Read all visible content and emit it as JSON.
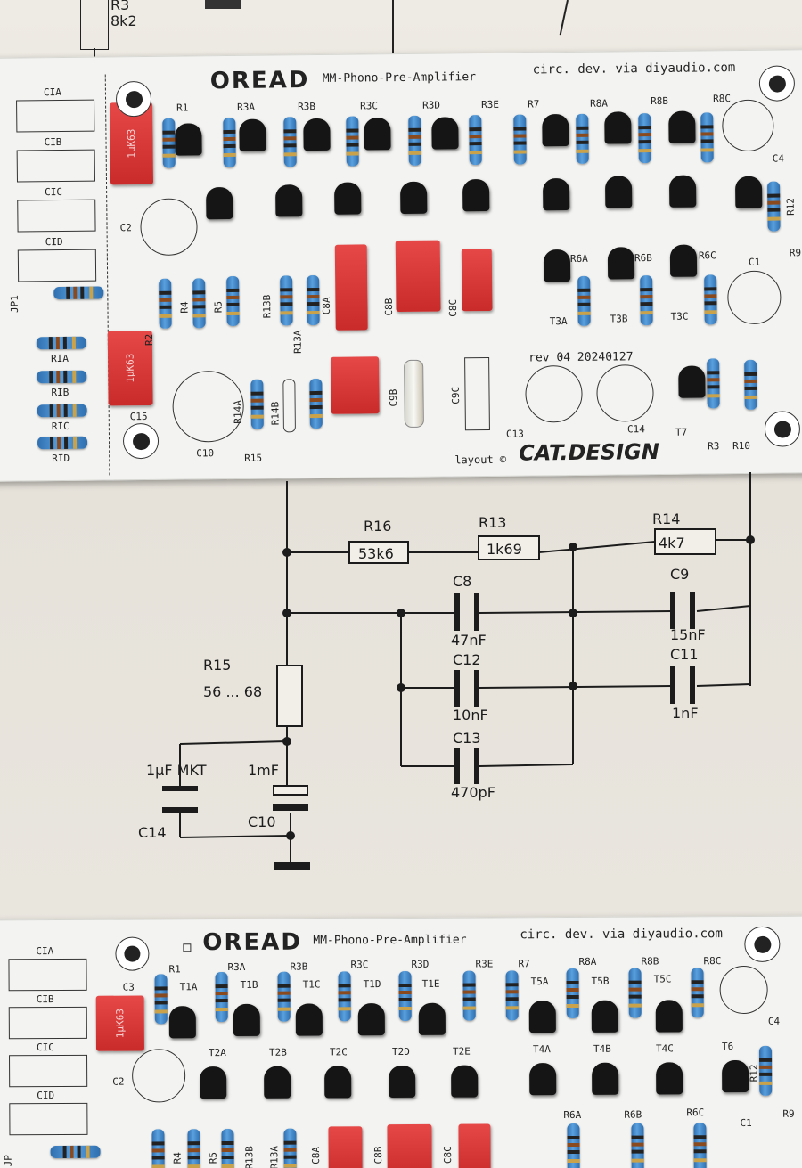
{
  "header_strip": {
    "res_label": "R3",
    "res_value": "8k2"
  },
  "board_top": {
    "brand": "OREAD",
    "subtitle": "MM-Phono-Pre-Amplifier",
    "credit": "circ. dev. via diyaudio.com",
    "revision": "rev 04 20240127",
    "layout": "layout ©",
    "maker": "CAT.DESIGN",
    "cap_marking": "1µK63",
    "left_caps": [
      "CIA",
      "CIB",
      "CIC",
      "CID"
    ],
    "left_res": [
      "RIA",
      "RIB",
      "RIC",
      "RID"
    ],
    "labels": {
      "jp1": "JP1",
      "c2": "C2",
      "c15": "C15",
      "c10": "C10",
      "r1": "R1",
      "r3a": "R3A",
      "r3b": "R3B",
      "r3c": "R3C",
      "r3d": "R3D",
      "r3e": "R3E",
      "r7": "R7",
      "r8a": "R8A",
      "r8b": "R8B",
      "r8c": "R8C",
      "c4": "C4",
      "r12": "R12",
      "r2": "R2",
      "r4": "R4",
      "r5": "R5",
      "r13b": "R13B",
      "r13a": "R13A",
      "c8a": "C8A",
      "c8b": "C8B",
      "c8c": "C8C",
      "c9b": "C9B",
      "c9c": "C9C",
      "r6a": "R6A",
      "r6b": "R6B",
      "r6c": "R6C",
      "t3a": "T3A",
      "t3b": "T3B",
      "t3c": "T3C",
      "c1": "C1",
      "r9": "R9",
      "r14a": "R14A",
      "r14b": "R14B",
      "r15": "R15",
      "c13": "C13",
      "c14": "C14",
      "t7": "T7",
      "r3": "R3",
      "r10": "R10"
    }
  },
  "schematic": {
    "r16": {
      "name": "R16",
      "value": "53k6"
    },
    "r13": {
      "name": "R13",
      "value": "1k69"
    },
    "r14": {
      "name": "R14",
      "value": "4k7"
    },
    "c8": {
      "name": "C8",
      "value": "47nF"
    },
    "c9": {
      "name": "C9",
      "value": "15nF"
    },
    "c12": {
      "name": "C12",
      "value": "10nF"
    },
    "c11": {
      "name": "C11",
      "value": "1nF"
    },
    "c13": {
      "name": "C13",
      "value": "470pF"
    },
    "r15": {
      "name": "R15",
      "value": "56 ... 68"
    },
    "c14": {
      "name": "C14",
      "value": "1µF MKT"
    },
    "c10": {
      "name": "C10",
      "value": "1mF"
    }
  },
  "board_bottom": {
    "brand": "OREAD",
    "subtitle": "MM-Phono-Pre-Amplifier",
    "credit": "circ. dev. via diyaudio.com",
    "cap_marking": "1µK63",
    "left_caps": [
      "CIA",
      "CIB",
      "CIC",
      "CID"
    ],
    "labels": {
      "r1": "R1",
      "r3a": "R3A",
      "r3b": "R3B",
      "r3c": "R3C",
      "r3d": "R3D",
      "r3e": "R3E",
      "r7": "R7",
      "r8a": "R8A",
      "r8b": "R8B",
      "r8c": "R8C",
      "t1a": "T1A",
      "t1b": "T1B",
      "t1c": "T1C",
      "t1d": "T1D",
      "t1e": "T1E",
      "t5a": "T5A",
      "t5b": "T5B",
      "t5c": "T5C",
      "c3": "C3",
      "c4": "C4",
      "t2a": "T2A",
      "t2b": "T2B",
      "t2c": "T2C",
      "t2d": "T2D",
      "t2e": "T2E",
      "t4a": "T4A",
      "t4b": "T4B",
      "t4c": "T4C",
      "t6": "T6",
      "c2": "C2",
      "r12": "R12",
      "r6a": "R6A",
      "r6b": "R6B",
      "r6c": "R6C",
      "c1": "C1",
      "r9": "R9",
      "r4": "R4",
      "r5": "R5",
      "r13b": "R13B",
      "r13a": "R13A",
      "c8a": "C8A",
      "c8b": "C8B",
      "c8c": "C8C",
      "jp": "JP"
    }
  }
}
